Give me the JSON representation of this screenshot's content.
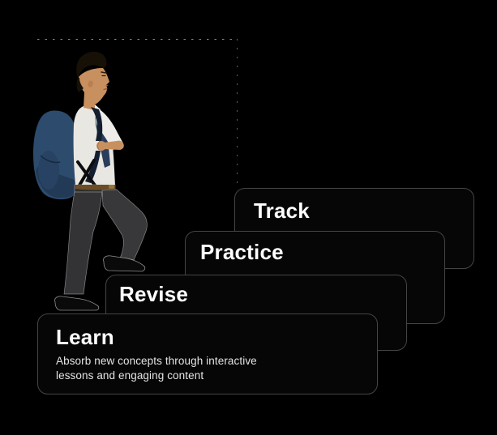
{
  "illustration": {
    "name": "student-climbing-steps"
  },
  "steps": [
    {
      "title": "Learn",
      "description": "Absorb new concepts through interactive lessons and engaging content",
      "description_lines": [
        "Absorb new concepts through interactive",
        "lessons and engaging content"
      ]
    },
    {
      "title": "Revise"
    },
    {
      "title": "Practice"
    },
    {
      "title": "Track"
    }
  ],
  "colors": {
    "page_background": "#000000",
    "card_background": "#060606",
    "card_border": "#454545",
    "title": "#ffffff",
    "description": "#e4e4e4",
    "backpack": "#2c4b6d",
    "shirt": "#e9e7e2",
    "trousers": "#333335",
    "skin": "#c9905f"
  }
}
